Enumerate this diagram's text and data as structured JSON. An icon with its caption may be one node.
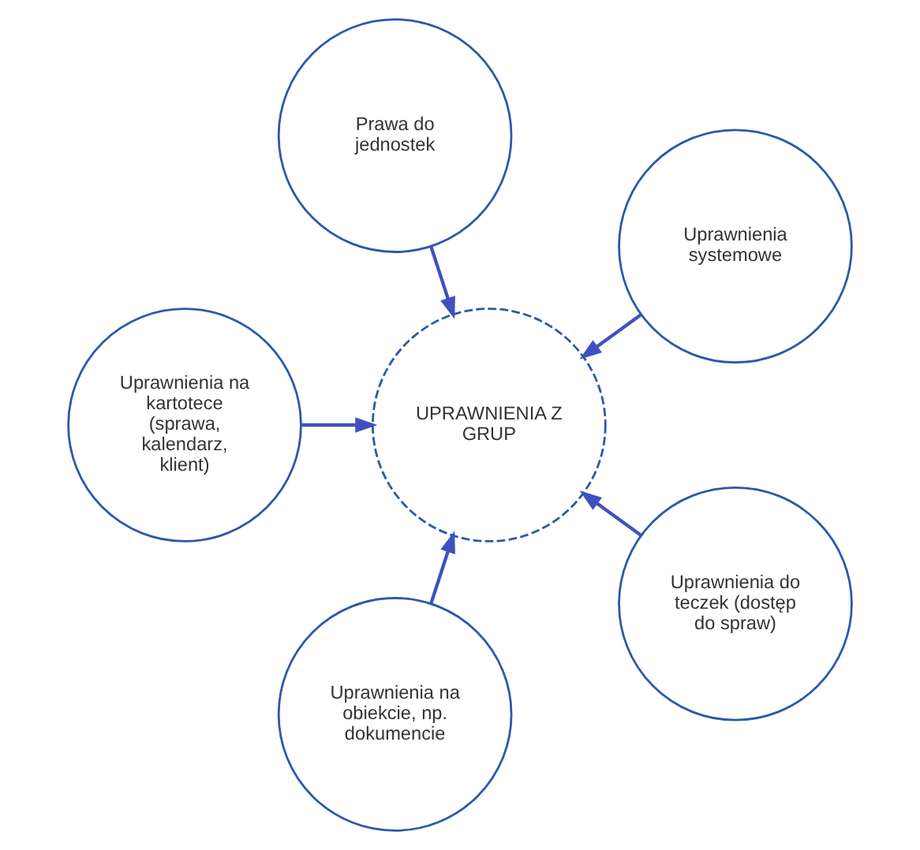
{
  "diagram": {
    "nodes": [
      {
        "text": [
          "Uprawnienia systemowe"
        ]
      },
      {
        "text": [
          "Prawa do jednostek"
        ]
      },
      {
        "text": [
          "UPRAWNIENIA Z GRUP"
        ]
      },
      {
        "text": [
          "Uprawnienia na kartotece (sprawa, kalendarz, klient)"
        ]
      },
      {
        "text": [
          "Uprawnienia na obiekcie, np. dokumencie"
        ]
      },
      {
        "text": [
          "Uprawnienia do teczek (dostęp do spraw)"
        ]
      }
    ],
    "edges": [
      {
        "from": 0,
        "to": 2,
        "arrow": "to"
      },
      {
        "from": 1,
        "to": 2,
        "arrow": "to"
      },
      {
        "from": 3,
        "to": 2,
        "arrow": "to"
      },
      {
        "from": 4,
        "to": 2,
        "arrow": "to"
      },
      {
        "from": 5,
        "to": 2,
        "arrow": "to"
      }
    ]
  }
}
